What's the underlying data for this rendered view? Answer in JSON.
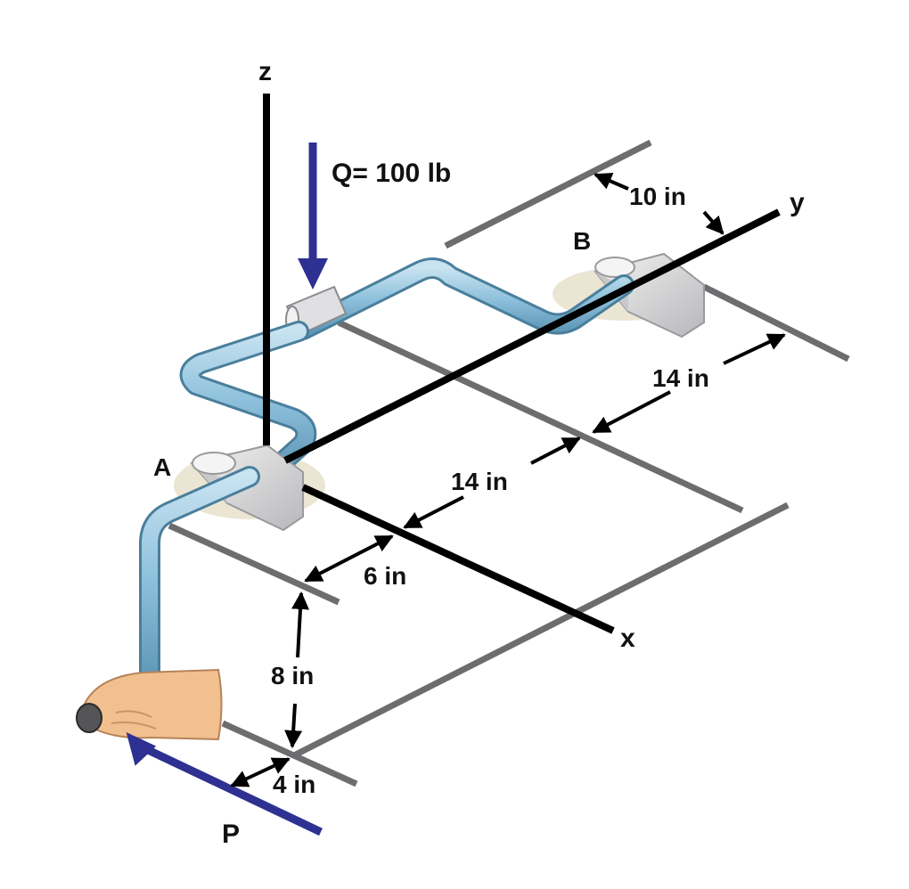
{
  "axes": {
    "z": "z",
    "y": "y",
    "x": "x"
  },
  "supports": {
    "a": "A",
    "b": "B"
  },
  "loads": {
    "q": "Q= 100 lb",
    "p": "P"
  },
  "dimensions": {
    "d_10": "10 in",
    "d_14_upper": "14 in",
    "d_14_lower": "14 in",
    "d_6": "6 in",
    "d_8": "8 in",
    "d_4": "4 in"
  },
  "colors": {
    "force_arrow": "#2e3191",
    "pipe": "#8fc1dc",
    "pipe_edge": "#4a7f9c",
    "bracket": "#d8d8d8",
    "guide_line": "#6d6d70",
    "axis": "#000000",
    "hand": "#f2c08f"
  },
  "icons": {
    "hand": "hand-gripping-handle-icon",
    "bracket": "pipe-bracket-icon"
  }
}
